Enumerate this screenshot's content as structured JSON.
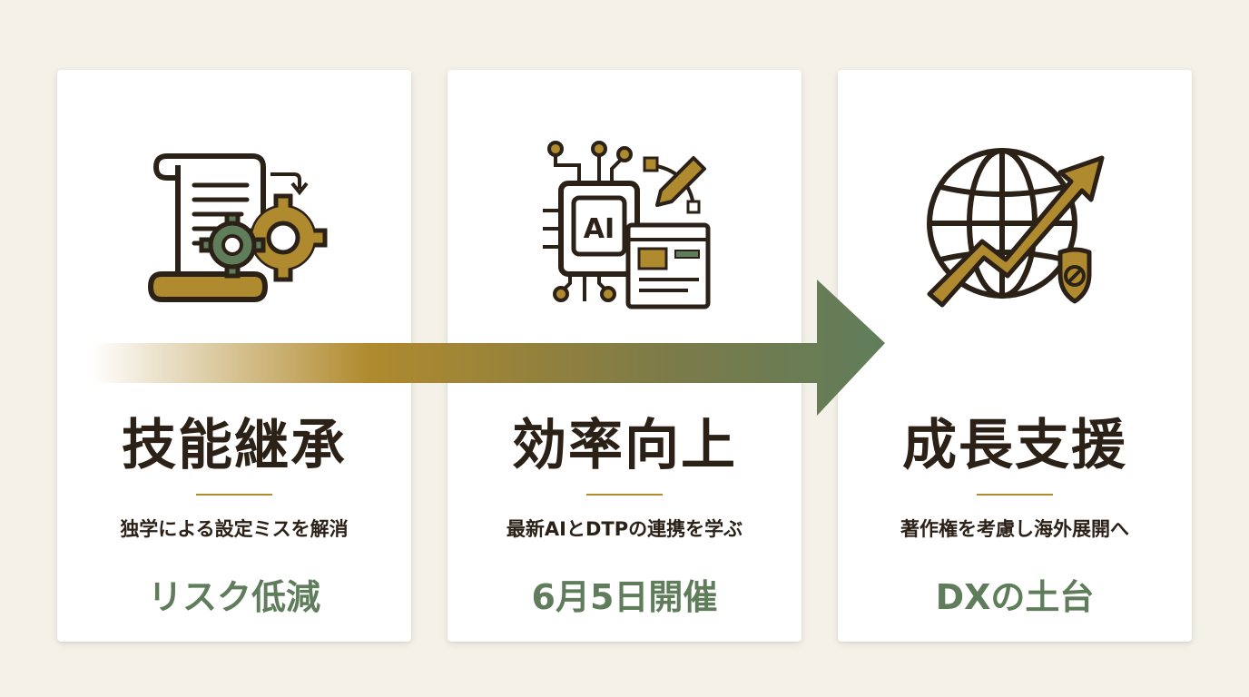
{
  "colors": {
    "background": "#f4f1e8",
    "card": "#ffffff",
    "gold": "#b08a2e",
    "green": "#5f7d5b",
    "ink": "#2b2117"
  },
  "cards": [
    {
      "icon": "scroll-gear-icon",
      "title": "技能継承",
      "description": "独学による設定ミスを解消",
      "result": "リスク低減"
    },
    {
      "icon": "ai-chip-design-icon",
      "title": "効率向上",
      "description": "最新AIとDTPの連携を学ぶ",
      "result": "6月5日開催"
    },
    {
      "icon": "globe-growth-shield-icon",
      "title": "成長支援",
      "description": "著作権を考慮し海外展開へ",
      "result": "DXの土台"
    }
  ],
  "flow_arrow": {
    "icon": "flow-arrow-icon",
    "colors": [
      "#b08a2e",
      "#5f7d5b"
    ]
  }
}
